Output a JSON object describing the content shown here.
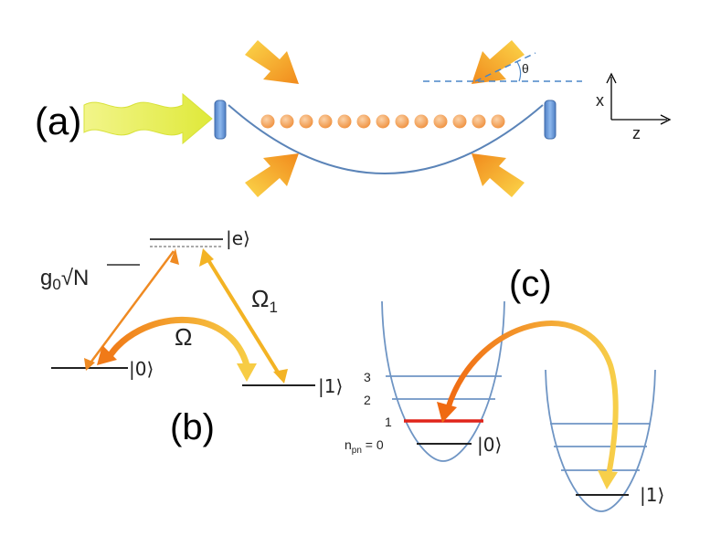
{
  "panel_a": {
    "label": "(a)",
    "angle_symbol": "θ",
    "axis_x": "x",
    "axis_z": "z",
    "atom_count": 13
  },
  "panel_b": {
    "label": "(b)",
    "excited_state": "|e⟩",
    "ground_state_0": "|0⟩",
    "ground_state_1": "|1⟩",
    "coupling_cavity_g": "g",
    "coupling_cavity_sub": "0",
    "coupling_cavity_sqrt": "√N",
    "coupling_raman": "Ω",
    "coupling_pump": "Ω",
    "coupling_pump_sub": "1"
  },
  "panel_c": {
    "label": "(c)",
    "level_3": "3",
    "level_2": "2",
    "level_1": "1",
    "level_0_prefix": "n",
    "level_0_sub": "pn",
    "level_0_suffix": " = 0",
    "state_0": "|0⟩",
    "state_1": "|1⟩"
  },
  "colors": {
    "cavity_blue": "#5b84b8",
    "mirror_blue": "#5f94d6",
    "atom_orange": "#f4a15a",
    "arrow_orange": "#f39a1f",
    "arrow_yellow": "#f7d23a",
    "wave_yellow": "#e4ee4a",
    "red_level": "#e0241a"
  }
}
